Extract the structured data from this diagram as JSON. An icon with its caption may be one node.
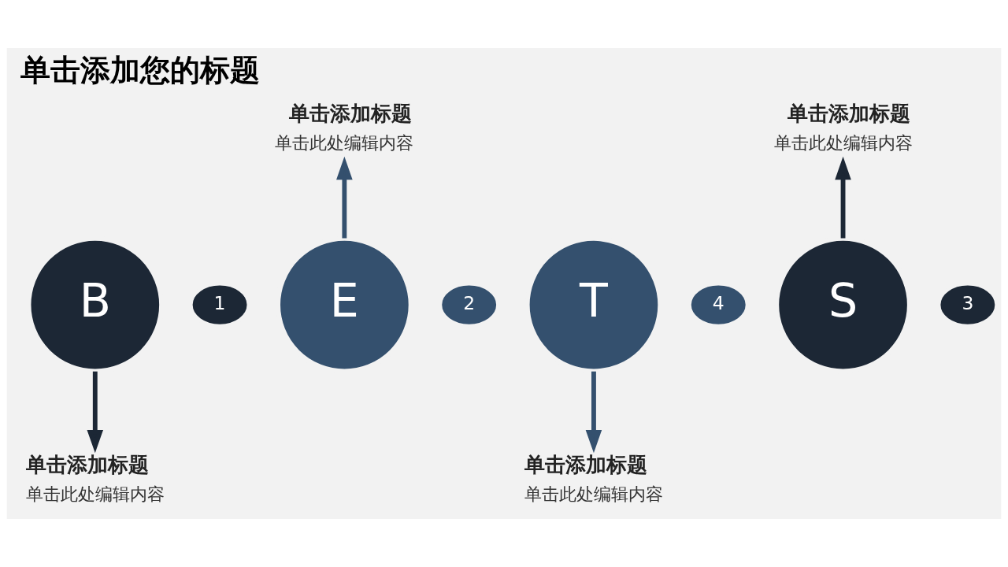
{
  "diagram": {
    "title": "单击添加您的标题",
    "nodes": [
      {
        "text": [
          "B"
        ]
      },
      {
        "text": [
          "1"
        ]
      },
      {
        "text": [
          "E"
        ]
      },
      {
        "text": [
          "2"
        ]
      },
      {
        "text": [
          "T"
        ]
      },
      {
        "text": [
          "4"
        ]
      },
      {
        "text": [
          "S"
        ]
      },
      {
        "text": [
          "3"
        ]
      },
      {
        "text": [
          "单击添加标题",
          "单击此处编辑内容"
        ]
      },
      {
        "text": [
          "单击添加标题",
          "单击此处编辑内容"
        ]
      },
      {
        "text": [
          "单击添加标题",
          "单击此处编辑内容"
        ]
      },
      {
        "text": [
          "单击添加标题",
          "单击此处编辑内容"
        ]
      }
    ],
    "edges": [
      {
        "from": 0,
        "to": 8,
        "arrow": "to"
      },
      {
        "from": 2,
        "to": 9,
        "arrow": "to",
        "color": "#34506e"
      },
      {
        "from": 4,
        "to": 10,
        "arrow": "to",
        "color": "#34506e"
      },
      {
        "from": 6,
        "to": 11,
        "arrow": "to"
      }
    ]
  }
}
